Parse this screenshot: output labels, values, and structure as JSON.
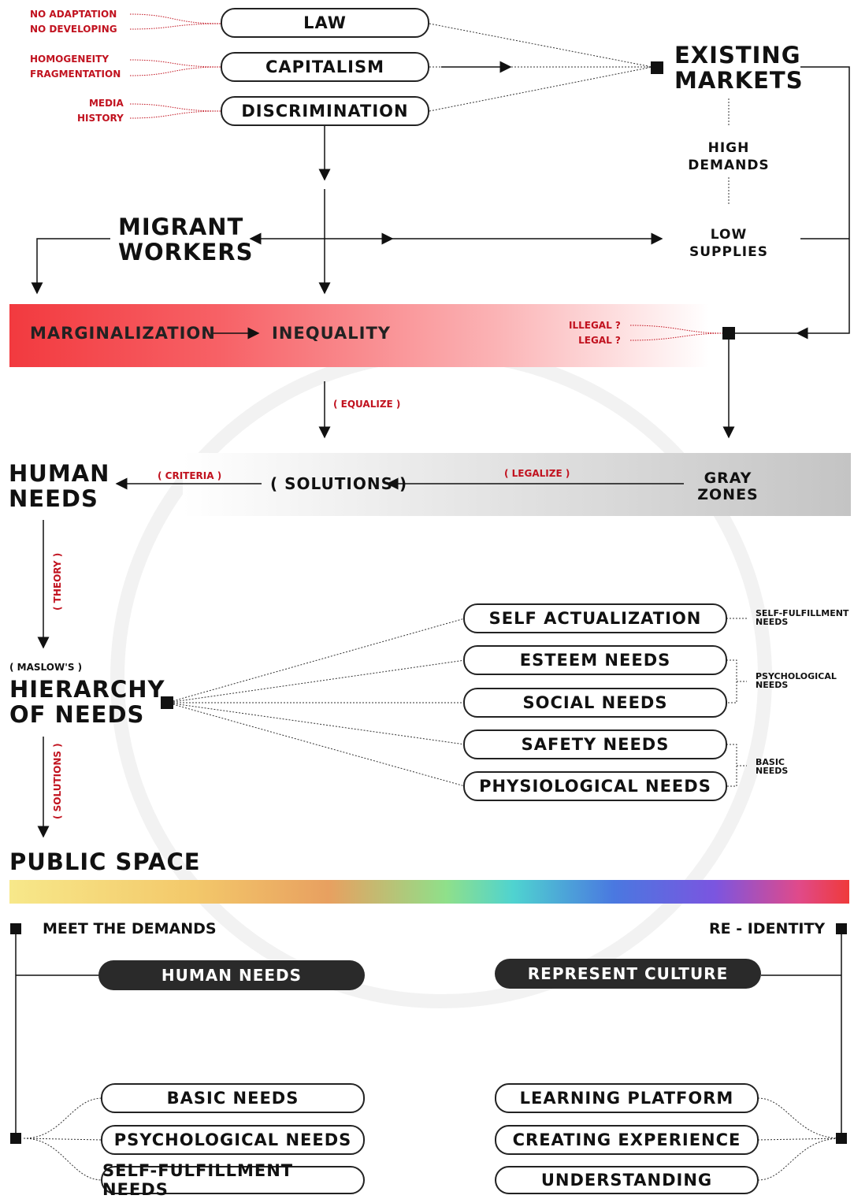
{
  "top": {
    "boxes": [
      "LAW",
      "CAPITALISM",
      "DISCRIMINATION"
    ],
    "notes_law": [
      "NO ADAPTATION",
      "NO DEVELOPING"
    ],
    "notes_capitalism": [
      "HOMOGENEITY",
      "FRAGMENTATION"
    ],
    "notes_discrimination": [
      "MEDIA",
      "HISTORY"
    ]
  },
  "markets": {
    "title_line1": "EXISTING",
    "title_line2": "MARKETS",
    "high_demands": [
      "HIGH",
      "DEMANDS"
    ],
    "low_supplies": [
      "LOW",
      "SUPPLIES"
    ]
  },
  "migrant": [
    "MIGRANT",
    "WORKERS"
  ],
  "band": {
    "marginalization": "MARGINALIZATION",
    "inequality": "INEQUALITY",
    "illegal": "ILLEGAL ?",
    "legal": "LEGAL ?"
  },
  "equalize": "( EQUALIZE )",
  "human_needs_title": [
    "HUMAN",
    "NEEDS"
  ],
  "criteria": "( CRITERIA )",
  "solutions": "( SOLUTIONS )",
  "legalize": "( LEGALIZE )",
  "gray_zones": [
    "GRAY",
    "ZONES"
  ],
  "theory": "( THEORY )",
  "maslow": {
    "prefix": "( MASLOW'S )",
    "title_line1": "HIERARCHY",
    "title_line2": "OF NEEDS",
    "levels": [
      "SELF ACTUALIZATION",
      "ESTEEM NEEDS",
      "SOCIAL NEEDS",
      "SAFETY NEEDS",
      "PHYSIOLOGICAL NEEDS"
    ],
    "group_self": [
      "SELF-FULFILLMENT",
      "NEEDS"
    ],
    "group_psych": [
      "PSYCHOLOGICAL",
      "NEEDS"
    ],
    "group_basic": [
      "BASIC",
      "NEEDS"
    ]
  },
  "solutions_vertical": "( SOLUTIONS )",
  "public_space": "PUBLIC SPACE",
  "bottom": {
    "left_heading": "MEET THE DEMANDS",
    "right_heading": "RE - IDENTITY",
    "left_dark": "HUMAN NEEDS",
    "right_dark": "REPRESENT CULTURE",
    "left_items": [
      "BASIC NEEDS",
      "PSYCHOLOGICAL NEEDS",
      "SELF-FULFILLMENT NEEDS"
    ],
    "right_items": [
      "LEARNING PLATFORM",
      "CREATING EXPERIENCE",
      "UNDERSTANDING"
    ]
  },
  "colors": {
    "accent_red": "#c1121f",
    "dark": "#2a2a2a"
  }
}
